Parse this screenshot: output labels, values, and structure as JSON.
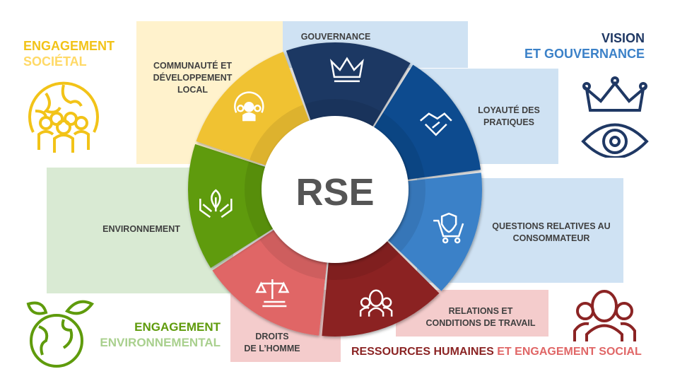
{
  "center_label": "RSE",
  "segments": [
    {
      "id": "gouvernance",
      "label_lines": [
        "GOUVERNANCE"
      ],
      "color": "#1f3864",
      "icon": "crown-icon"
    },
    {
      "id": "loyaute",
      "label_lines": [
        "LOYAUTÉ DES",
        "PRATIQUES"
      ],
      "color": "#0f4c8f",
      "icon": "handshake-icon"
    },
    {
      "id": "questions",
      "label_lines": [
        "QUESTIONS RELATIVES AU",
        "CONSOMMATEUR"
      ],
      "color": "#3b81c8",
      "icon": "shopping-cart-icon"
    },
    {
      "id": "relations",
      "label_lines": [
        "RELATIONS ET",
        "CONDITIONS DE TRAVAIL"
      ],
      "color": "#8b2424",
      "icon": "people-icon"
    },
    {
      "id": "droits",
      "label_lines": [
        "DROITS",
        "DE L’HOMME"
      ],
      "color": "#e06666",
      "icon": "justice-scale-icon"
    },
    {
      "id": "environnement",
      "label_lines": [
        "ENVIRONNEMENT"
      ],
      "color": "#5f9b0c",
      "icon": "plant-hands-icon"
    },
    {
      "id": "communaute",
      "label_lines": [
        "COMMUNAUTÉ ET",
        "DÉVELOPPEMENT",
        "LOCAL"
      ],
      "color": "#f0c232",
      "icon": "globe-people-icon"
    }
  ],
  "headings": {
    "societal": {
      "line1": "ENGAGEMENT",
      "line2": "SOCIÉTAL",
      "color1": "#f2c318",
      "color2": "#ffd966"
    },
    "vision": {
      "line1": "VISION",
      "line2": "ET GOUVERNANCE",
      "color1": "#1f3864",
      "color2": "#3b81c8"
    },
    "environnemental": {
      "line1": "ENGAGEMENT",
      "line2": "ENVIRONNEMENTAL",
      "color1": "#5f9b0c",
      "color2": "#a9d08e"
    },
    "social": {
      "part1": "RESSOURCES HUMAINES",
      "part2": " ET ENGAGEMENT SOCIAL",
      "color1": "#8b2424",
      "color2": "#e06666"
    }
  }
}
